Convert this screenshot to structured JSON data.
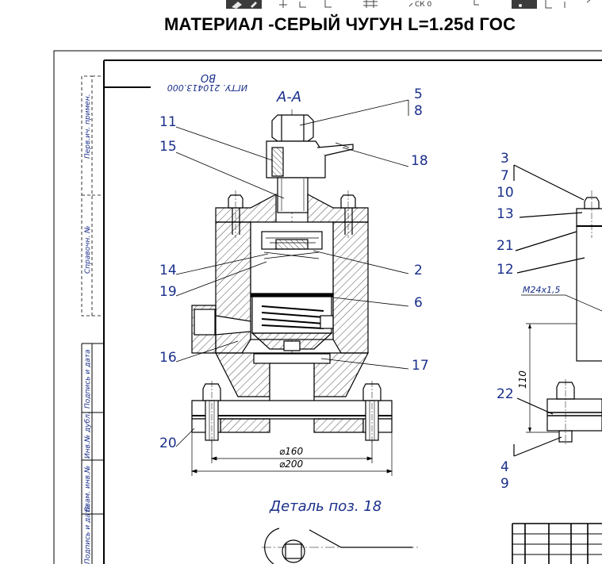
{
  "toolbar": {
    "ck_label": "СК 0"
  },
  "title": "МАТЕРИАЛ -СЕРЫЙ ЧУГУН  L=1.25d  ГОС",
  "stamp": {
    "code": "ИГТУ. 210413.000",
    "suffix": "ВО"
  },
  "section_label": "А-А",
  "detail_label": "Деталь поз. 18",
  "side_columns": [
    "Перв.ич. примен.",
    "Справочн. №",
    "Подпись и дата",
    "Инв.№ дубл.",
    "Взам. инв.№",
    "Подпись и дата"
  ],
  "callouts": {
    "c5": "5",
    "c8": "8",
    "c11": "11",
    "c15": "15",
    "c18": "18",
    "c14": "14",
    "c19": "19",
    "c2": "2",
    "c6": "6",
    "c16": "16",
    "c17": "17",
    "c20": "20",
    "c3": "3",
    "c7": "7",
    "c10": "10",
    "c13": "13",
    "c21": "21",
    "c12": "12",
    "c22": "22",
    "c4": "4",
    "c9": "9"
  },
  "dimensions": {
    "d160": "⌀160",
    "d200": "⌀200",
    "thread": "M24x1,5",
    "h110": "110"
  }
}
